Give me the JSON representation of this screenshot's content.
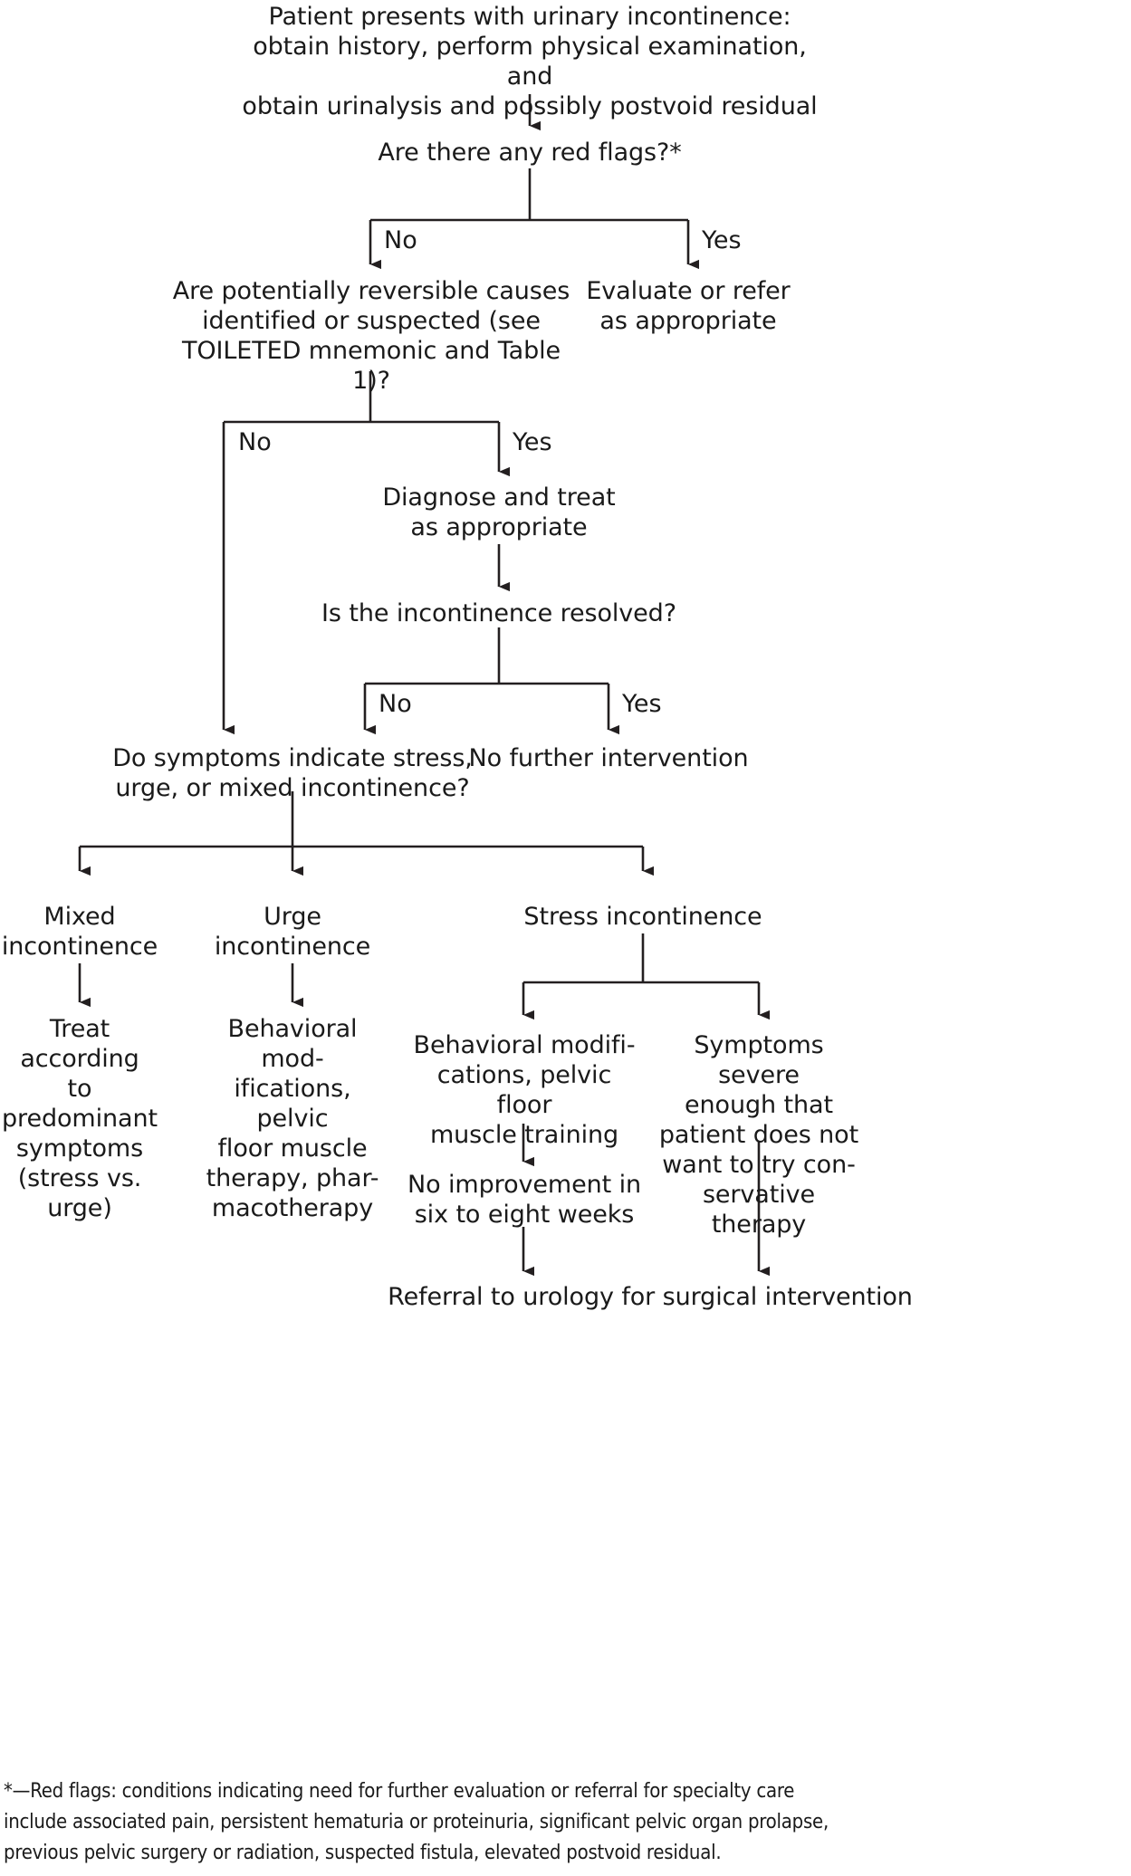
{
  "figure": {
    "type": "clinical-decision-flowchart",
    "topic": "Evaluation and management of urinary incontinence",
    "line_color": "#231f20",
    "text_color": "#1a1a1a",
    "background": "#ffffff"
  },
  "nodes": {
    "start": "Patient presents with urinary incontinence:\nobtain history, perform physical examination, and\nobtain urinalysis and possibly postvoid residual",
    "red_flags_q": "Are there any red flags?*",
    "evaluate_refer": "Evaluate or refer\nas appropriate",
    "reversible_q": "Are potentially reversible causes\nidentified or suspected (see\nTOILETED mnemonic and Table 1)?",
    "diagnose_treat": "Diagnose and treat\nas appropriate",
    "resolved_q": "Is the incontinence resolved?",
    "no_further": "No further intervention",
    "symptoms_q": "Do symptoms indicate stress,\nurge, or mixed incontinence?",
    "mixed": "Mixed\nincontinence",
    "urge": "Urge\nincontinence",
    "stress": "Stress incontinence",
    "mixed_tx": "Treat according\nto predominant\nsymptoms\n(stress vs. urge)",
    "urge_tx": "Behavioral mod-\nifications, pelvic\nfloor muscle\ntherapy, phar-\nmacotherapy",
    "stress_tx_left": "Behavioral modifi-\ncations, pelvic floor\nmuscle training",
    "stress_tx_right": "Symptoms severe\nenough that\npatient does not\nwant to try con-\nservative therapy",
    "no_improvement": "No improvement in\nsix to eight weeks",
    "referral": "Referral to urology for surgical intervention"
  },
  "edge_labels": {
    "red_flags_no": "No",
    "red_flags_yes": "Yes",
    "reversible_no": "No",
    "reversible_yes": "Yes",
    "resolved_no": "No",
    "resolved_yes": "Yes"
  },
  "footnote": "*—Red flags: conditions indicating need for further evaluation or referral for specialty care\ninclude associated pain, persistent hematuria or proteinuria, significant pelvic organ prolapse,\nprevious pelvic surgery or radiation, suspected fistula, elevated postvoid residual."
}
